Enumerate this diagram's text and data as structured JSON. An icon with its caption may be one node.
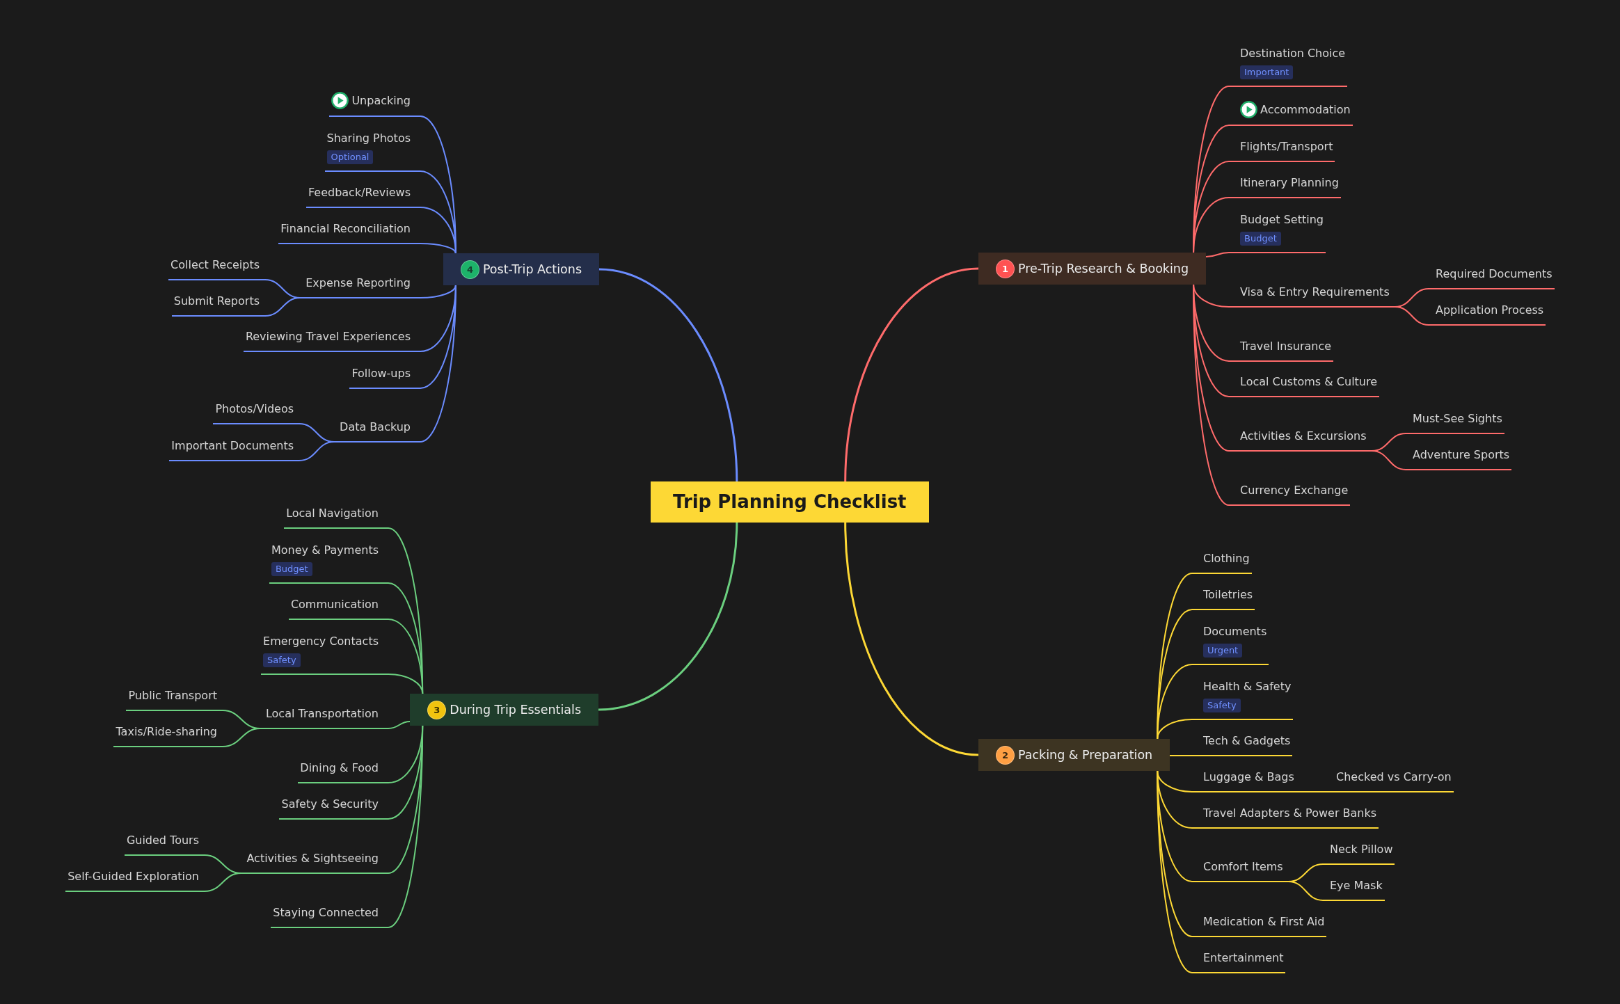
{
  "diagram": {
    "nodes": [
      {
        "text": [
          "Trip Planning Checklist"
        ]
      },
      {
        "text": [
          "1",
          "Pre-Trip Research & Booking"
        ]
      },
      {
        "text": [
          "Destination Choice",
          "Important"
        ]
      },
      {
        "text": [
          "Accommodation"
        ]
      },
      {
        "text": [
          "Flights/Transport"
        ]
      },
      {
        "text": [
          "Itinerary Planning"
        ]
      },
      {
        "text": [
          "Budget Setting",
          "Budget"
        ]
      },
      {
        "text": [
          "Visa & Entry Requirements"
        ]
      },
      {
        "text": [
          "Required Documents"
        ]
      },
      {
        "text": [
          "Application Process"
        ]
      },
      {
        "text": [
          "Travel Insurance"
        ]
      },
      {
        "text": [
          "Local Customs & Culture"
        ]
      },
      {
        "text": [
          "Activities & Excursions"
        ]
      },
      {
        "text": [
          "Must-See Sights"
        ]
      },
      {
        "text": [
          "Adventure Sports"
        ]
      },
      {
        "text": [
          "Currency Exchange"
        ]
      },
      {
        "text": [
          "2",
          "Packing & Preparation"
        ]
      },
      {
        "text": [
          "Clothing"
        ]
      },
      {
        "text": [
          "Toiletries"
        ]
      },
      {
        "text": [
          "Documents",
          "Urgent"
        ]
      },
      {
        "text": [
          "Health & Safety",
          "Safety"
        ]
      },
      {
        "text": [
          "Tech & Gadgets"
        ]
      },
      {
        "text": [
          "Luggage & Bags"
        ]
      },
      {
        "text": [
          "Checked vs Carry-on"
        ]
      },
      {
        "text": [
          "Travel Adapters & Power Banks"
        ]
      },
      {
        "text": [
          "Comfort Items"
        ]
      },
      {
        "text": [
          "Neck Pillow"
        ]
      },
      {
        "text": [
          "Eye Mask"
        ]
      },
      {
        "text": [
          "Medication & First Aid"
        ]
      },
      {
        "text": [
          "Entertainment"
        ]
      },
      {
        "text": [
          "3",
          "During Trip Essentials"
        ]
      },
      {
        "text": [
          "Local Navigation"
        ]
      },
      {
        "text": [
          "Money & Payments",
          "Budget"
        ]
      },
      {
        "text": [
          "Communication"
        ]
      },
      {
        "text": [
          "Emergency Contacts",
          "Safety"
        ]
      },
      {
        "text": [
          "Local Transportation"
        ]
      },
      {
        "text": [
          "Public Transport"
        ]
      },
      {
        "text": [
          "Taxis/Ride-sharing"
        ]
      },
      {
        "text": [
          "Dining & Food"
        ]
      },
      {
        "text": [
          "Safety & Security"
        ]
      },
      {
        "text": [
          "Activities & Sightseeing"
        ]
      },
      {
        "text": [
          "Guided Tours"
        ]
      },
      {
        "text": [
          "Self-Guided Exploration"
        ]
      },
      {
        "text": [
          "Staying Connected"
        ]
      },
      {
        "text": [
          "4",
          "Post-Trip Actions"
        ]
      },
      {
        "text": [
          "Unpacking"
        ]
      },
      {
        "text": [
          "Sharing Photos",
          "Optional"
        ]
      },
      {
        "text": [
          "Feedback/Reviews"
        ]
      },
      {
        "text": [
          "Financial Reconciliation"
        ]
      },
      {
        "text": [
          "Expense Reporting"
        ]
      },
      {
        "text": [
          "Collect Receipts"
        ]
      },
      {
        "text": [
          "Submit Reports"
        ]
      },
      {
        "text": [
          "Reviewing Travel Experiences"
        ]
      },
      {
        "text": [
          "Follow-ups"
        ]
      },
      {
        "text": [
          "Data Backup"
        ]
      },
      {
        "text": [
          "Photos/Videos"
        ]
      },
      {
        "text": [
          "Important Documents"
        ]
      }
    ],
    "edges": [
      {
        "from": 0,
        "to": 1,
        "arrow": "none"
      },
      {
        "from": 1,
        "to": 2,
        "arrow": "none"
      },
      {
        "from": 1,
        "to": 3,
        "arrow": "none"
      },
      {
        "from": 1,
        "to": 4,
        "arrow": "none"
      },
      {
        "from": 1,
        "to": 5,
        "arrow": "none"
      },
      {
        "from": 1,
        "to": 6,
        "arrow": "none"
      },
      {
        "from": 1,
        "to": 7,
        "arrow": "none"
      },
      {
        "from": 7,
        "to": 8,
        "arrow": "none"
      },
      {
        "from": 7,
        "to": 9,
        "arrow": "none"
      },
      {
        "from": 1,
        "to": 10,
        "arrow": "none"
      },
      {
        "from": 1,
        "to": 11,
        "arrow": "none"
      },
      {
        "from": 1,
        "to": 12,
        "arrow": "none"
      },
      {
        "from": 12,
        "to": 13,
        "arrow": "none"
      },
      {
        "from": 12,
        "to": 14,
        "arrow": "none"
      },
      {
        "from": 1,
        "to": 15,
        "arrow": "none"
      },
      {
        "from": 0,
        "to": 16,
        "arrow": "none",
        "color": "#fdd835"
      },
      {
        "from": 16,
        "to": 17,
        "arrow": "none",
        "color": "#fdd835"
      },
      {
        "from": 16,
        "to": 18,
        "arrow": "none",
        "color": "#fdd835"
      },
      {
        "from": 16,
        "to": 19,
        "arrow": "none",
        "color": "#fdd835"
      },
      {
        "from": 16,
        "to": 20,
        "arrow": "none",
        "color": "#fdd835"
      },
      {
        "from": 16,
        "to": 21,
        "arrow": "none",
        "color": "#fdd835"
      },
      {
        "from": 16,
        "to": 22,
        "arrow": "none",
        "color": "#fdd835"
      },
      {
        "from": 22,
        "to": 23,
        "arrow": "none",
        "color": "#fdd835"
      },
      {
        "from": 16,
        "to": 24,
        "arrow": "none",
        "color": "#fdd835"
      },
      {
        "from": 16,
        "to": 25,
        "arrow": "none",
        "color": "#fdd835"
      },
      {
        "from": 25,
        "to": 26,
        "arrow": "none",
        "color": "#fdd835"
      },
      {
        "from": 25,
        "to": 27,
        "arrow": "none",
        "color": "#fdd835"
      },
      {
        "from": 16,
        "to": 28,
        "arrow": "none",
        "color": "#fdd835"
      },
      {
        "from": 16,
        "to": 29,
        "arrow": "none",
        "color": "#fdd835"
      },
      {
        "from": 0,
        "to": 30,
        "arrow": "none",
        "color": "#6bcf7f"
      },
      {
        "from": 30,
        "to": 31,
        "arrow": "none",
        "color": "#6bcf7f"
      },
      {
        "from": 30,
        "to": 32,
        "arrow": "none",
        "color": "#6bcf7f"
      },
      {
        "from": 30,
        "to": 33,
        "arrow": "none",
        "color": "#6bcf7f"
      },
      {
        "from": 30,
        "to": 34,
        "arrow": "none",
        "color": "#6bcf7f"
      },
      {
        "from": 30,
        "to": 35,
        "arrow": "none",
        "color": "#6bcf7f"
      },
      {
        "from": 35,
        "to": 36,
        "arrow": "none",
        "color": "#6bcf7f"
      },
      {
        "from": 35,
        "to": 37,
        "arrow": "none",
        "color": "#6bcf7f"
      },
      {
        "from": 30,
        "to": 38,
        "arrow": "none",
        "color": "#6bcf7f"
      },
      {
        "from": 30,
        "to": 39,
        "arrow": "none",
        "color": "#6bcf7f"
      },
      {
        "from": 30,
        "to": 40,
        "arrow": "none",
        "color": "#6bcf7f"
      },
      {
        "from": 40,
        "to": 41,
        "arrow": "none",
        "color": "#6bcf7f"
      },
      {
        "from": 40,
        "to": 42,
        "arrow": "none",
        "color": "#6bcf7f"
      },
      {
        "from": 30,
        "to": 43,
        "arrow": "none",
        "color": "#6bcf7f"
      },
      {
        "from": 0,
        "to": 44,
        "arrow": "none",
        "color": "#6b8cff"
      },
      {
        "from": 44,
        "to": 45,
        "arrow": "none",
        "color": "#6b8cff"
      },
      {
        "from": 44,
        "to": 46,
        "arrow": "none",
        "color": "#6b8cff"
      },
      {
        "from": 44,
        "to": 47,
        "arrow": "none",
        "color": "#6b8cff"
      },
      {
        "from": 44,
        "to": 48,
        "arrow": "none",
        "color": "#6b8cff"
      },
      {
        "from": 44,
        "to": 49,
        "arrow": "none",
        "color": "#6b8cff"
      },
      {
        "from": 49,
        "to": 50,
        "arrow": "none",
        "color": "#6b8cff"
      },
      {
        "from": 49,
        "to": 51,
        "arrow": "none",
        "color": "#6b8cff"
      },
      {
        "from": 44,
        "to": 52,
        "arrow": "none",
        "color": "#6b8cff"
      },
      {
        "from": 44,
        "to": 53,
        "arrow": "none",
        "color": "#6b8cff"
      },
      {
        "from": 44,
        "to": 54,
        "arrow": "none",
        "color": "#6b8cff"
      },
      {
        "from": 54,
        "to": 55,
        "arrow": "none",
        "color": "#6b8cff"
      },
      {
        "from": 54,
        "to": 56,
        "arrow": "none",
        "color": "#6b8cff"
      }
    ]
  }
}
